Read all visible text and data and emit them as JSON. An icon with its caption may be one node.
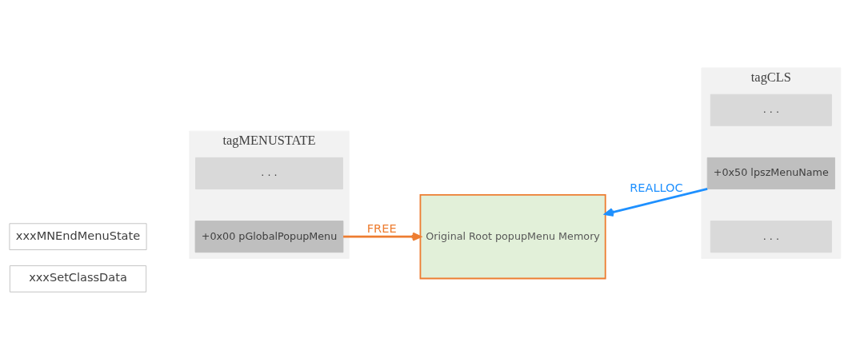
{
  "diagram": {
    "nodes": [
      {
        "text": [
          "xxxMNEndMenuState"
        ]
      },
      {
        "text": [
          "xxxSetClassData"
        ]
      },
      {
        "text": [
          "tagMENUSTATE"
        ]
      },
      {
        "text": [
          "+0x00 pGlobalPopupMenu"
        ],
        "in": 2
      },
      {
        "text": [
          ". . ."
        ],
        "in": 2
      },
      {
        "text": [
          "Original Root popupMenu Memory"
        ]
      },
      {
        "text": [
          "tagCLS"
        ]
      },
      {
        "text": [
          ". . ."
        ],
        "in": 6
      },
      {
        "text": [
          "+0x50 lpszMenuName"
        ],
        "in": 6
      },
      {
        "text": [
          ". . ."
        ],
        "in": 6
      }
    ],
    "edges": [
      {
        "from": 3,
        "to": 5,
        "arrow": "to",
        "label": "FREE",
        "color": "#ed7d31"
      },
      {
        "from": 8,
        "to": 5,
        "arrow": "to",
        "label": "REALLOC",
        "color": "#1e90ff"
      }
    ]
  }
}
